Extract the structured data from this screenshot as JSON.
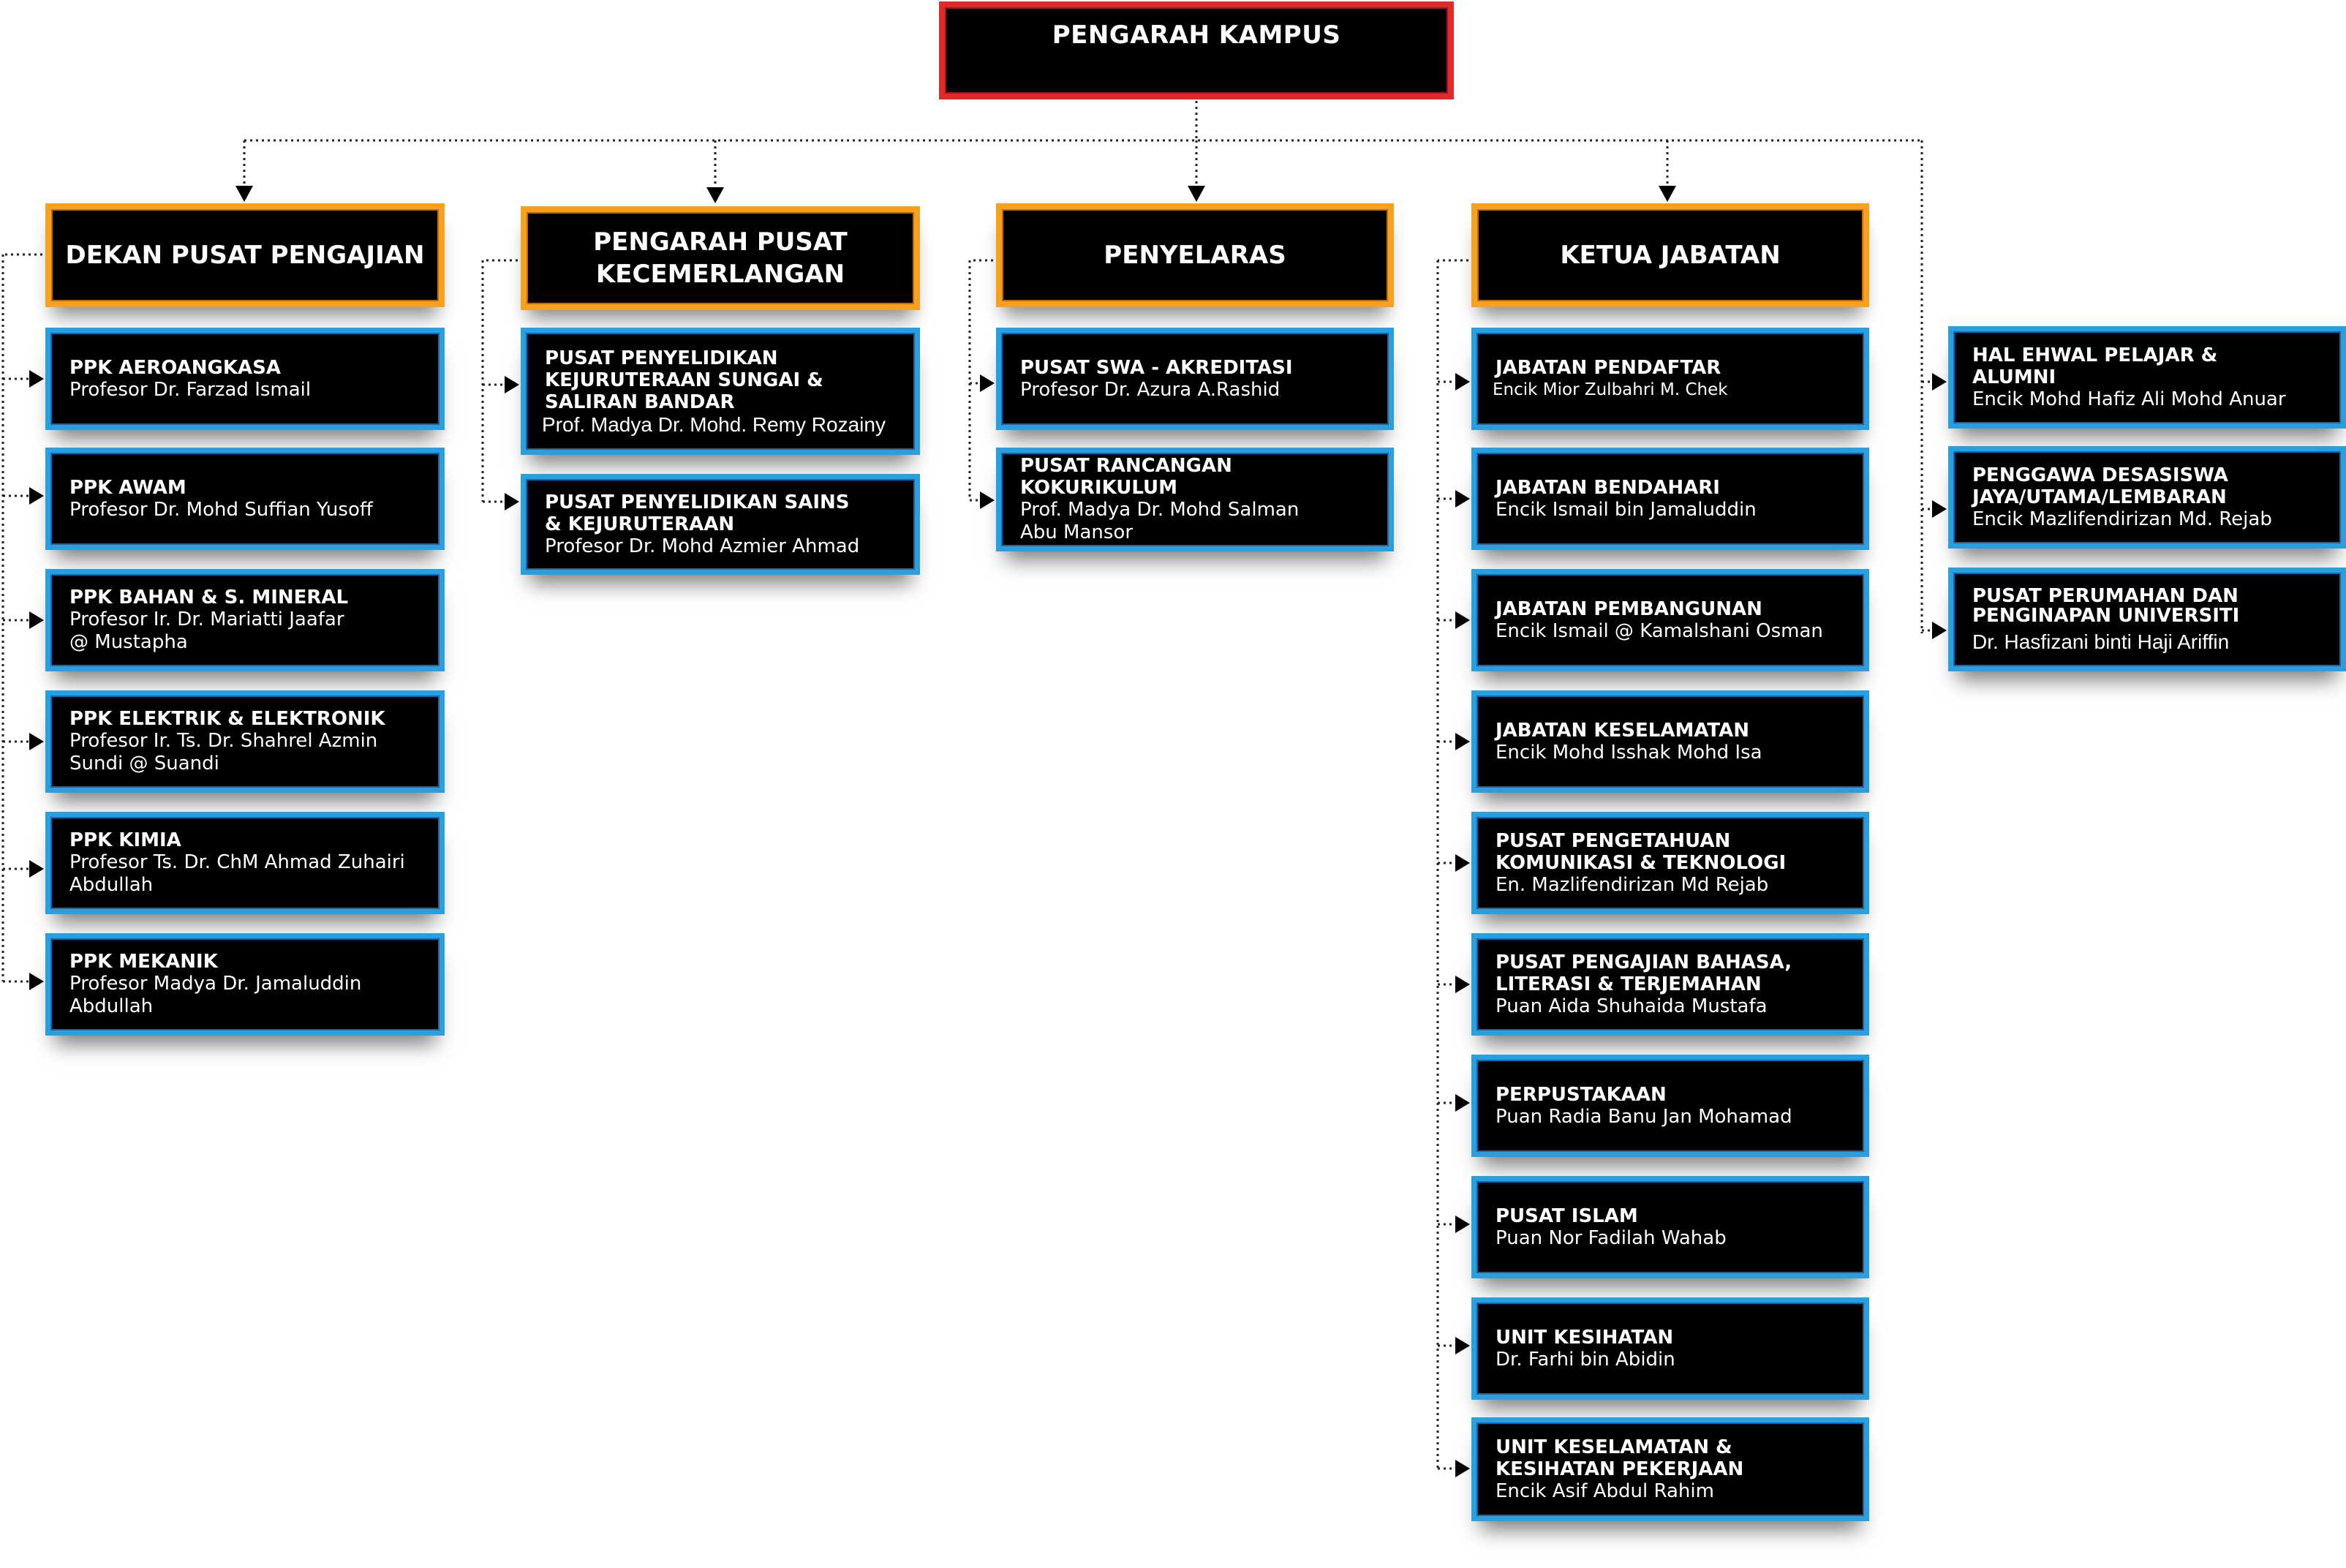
{
  "top": {
    "title": "PENGARAH KAMPUS"
  },
  "columns": [
    {
      "head": "DEKAN PUSAT PENGAJIAN",
      "units": [
        {
          "title": "PPK AEROANGKASA",
          "name": "Profesor Dr. Farzad Ismail"
        },
        {
          "title": "PPK AWAM",
          "name": "Profesor Dr. Mohd Suffian Yusoff"
        },
        {
          "title": "PPK BAHAN & S. MINERAL",
          "name": "Profesor Ir. Dr. Mariatti Jaafar\n@ Mustapha"
        },
        {
          "title": "PPK ELEKTRIK & ELEKTRONIK",
          "name": "Profesor Ir. Ts. Dr. Shahrel Azmin\nSundi @ Suandi"
        },
        {
          "title": "PPK KIMIA",
          "name": "Profesor Ts. Dr. ChM Ahmad Zuhairi\nAbdullah"
        },
        {
          "title": "PPK MEKANIK",
          "name": "Profesor Madya Dr. Jamaluddin\nAbdullah"
        }
      ]
    },
    {
      "head": "PENGARAH PUSAT\nKECEMERLANGAN",
      "units": [
        {
          "title": "PUSAT PENYELIDIKAN\nKEJURUTERAAN SUNGAI &\nSALIRAN BANDAR",
          "name": "Prof. Madya Dr. Mohd. Remy Rozainy"
        },
        {
          "title": "PUSAT PENYELIDIKAN SAINS\n& KEJURUTERAAN",
          "name": "Profesor Dr. Mohd Azmier Ahmad"
        }
      ]
    },
    {
      "head": "PENYELARAS",
      "units": [
        {
          "title": "PUSAT SWA - AKREDITASI",
          "name": "Profesor Dr. Azura A.Rashid"
        },
        {
          "title": "PUSAT RANCANGAN KOKURIKULUM",
          "name": "Prof. Madya Dr. Mohd Salman\nAbu Mansor"
        }
      ]
    },
    {
      "head": "KETUA JABATAN",
      "units": [
        {
          "title": "JABATAN PENDAFTAR",
          "name": "Encik Mior Zulbahri M. Chek"
        },
        {
          "title": "JABATAN BENDAHARI",
          "name": "Encik Ismail bin Jamaluddin"
        },
        {
          "title": "JABATAN PEMBANGUNAN",
          "name": "Encik Ismail @ Kamalshani Osman"
        },
        {
          "title": "JABATAN KESELAMATAN",
          "name": "Encik Mohd Isshak Mohd Isa"
        },
        {
          "title": "PUSAT PENGETAHUAN\nKOMUNIKASI & TEKNOLOGI",
          "name": "En. Mazlifendirizan Md Rejab"
        },
        {
          "title": "PUSAT PENGAJIAN BAHASA,\nLITERASI & TERJEMAHAN",
          "name": "Puan Aida Shuhaida Mustafa"
        },
        {
          "title": "PERPUSTAKAAN",
          "name": "Puan Radia Banu Jan Mohamad"
        },
        {
          "title": "PUSAT ISLAM",
          "name": "Puan Nor Fadilah Wahab"
        },
        {
          "title": "UNIT KESIHATAN",
          "name": "Dr. Farhi bin Abidin"
        },
        {
          "title": "UNIT KESELAMATAN &\nKESIHATAN PEKERJAAN",
          "name": "Encik Asif Abdul Rahim"
        }
      ]
    }
  ],
  "direct_units": [
    {
      "title": "HAL EHWAL PELAJAR &\nALUMNI",
      "name": "Encik Mohd Hafiz Ali Mohd Anuar"
    },
    {
      "title": "PENGGAWA DESASISWA\nJAYA/UTAMA/LEMBARAN",
      "name": "Encik Mazlifendirizan Md. Rejab"
    },
    {
      "title": "PUSAT PERUMAHAN DAN\nPENGINAPAN UNIVERSITI",
      "name": "Dr. Hasfizani binti Haji Ariffin"
    }
  ]
}
